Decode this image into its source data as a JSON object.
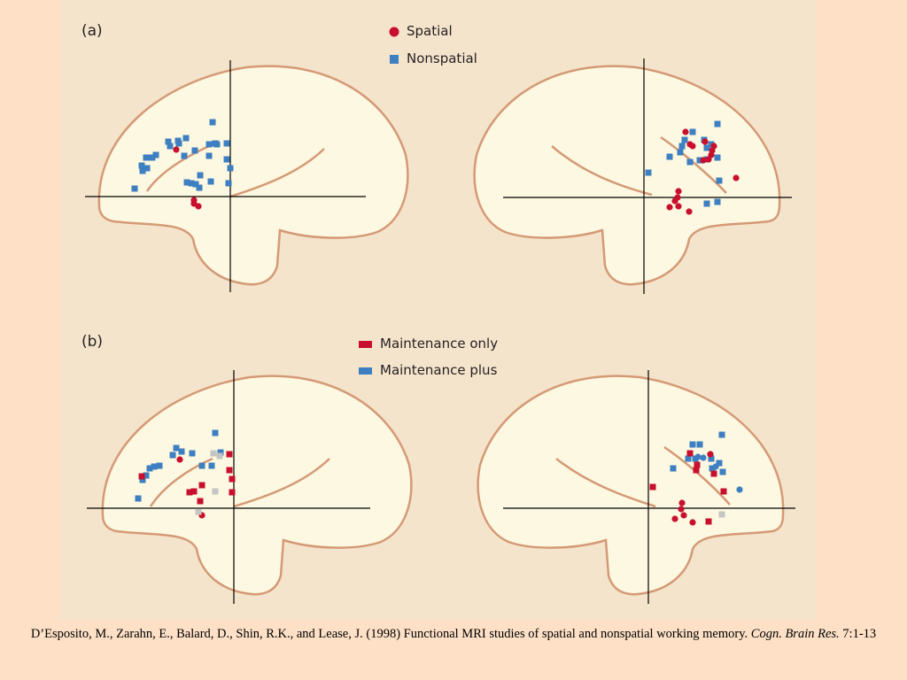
{
  "panel_a": {
    "letter": "(a)",
    "legend": [
      {
        "label": "Spatial",
        "shape": "circle",
        "color": "#c8102e"
      },
      {
        "label": "Nonspatial",
        "shape": "square",
        "color": "#3d7fc1"
      }
    ]
  },
  "panel_b": {
    "letter": "(b)",
    "legend": [
      {
        "label": "Maintenance only",
        "shape": "square",
        "color": "#c8102e"
      },
      {
        "label": "Maintenance plus",
        "shape": "square",
        "color": "#3d7fc1"
      }
    ]
  },
  "caption": {
    "citation": "D’Esposito, M., Zarahn, E., Balard, D., Shin, R.K., and Lease, J. (1998) Functional MRI studies of spatial and nonspatial working memory.",
    "journal": "Cogn. Brain Res.",
    "volume_pages": "7:1-13"
  },
  "colors": {
    "slide_background": "#fde0c6",
    "figure_background": "#f5e4cc",
    "brain_fill": "#fdf8e1",
    "brain_outline": "#d49a76",
    "red": "#c8102e",
    "blue": "#3d7fc1",
    "gray": "#c4c6c3"
  }
}
